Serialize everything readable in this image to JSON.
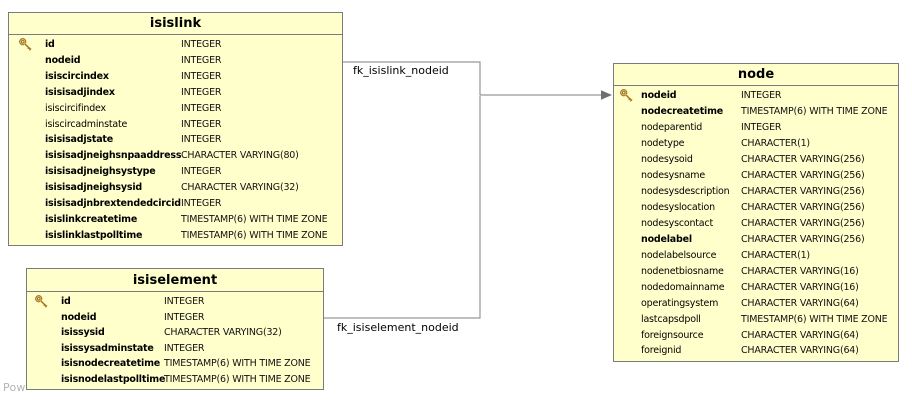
{
  "diagram": {
    "watermark": "Pow",
    "colors": {
      "table_fill": "#FFFFCC",
      "table_border": "#7B7B7B",
      "edge": "#7F7F7F",
      "key_gold": "#E8B95C",
      "key_outline": "#8A6520"
    }
  },
  "tables": [
    {
      "title": "isislink",
      "columns": [
        {
          "name": "id",
          "type": "INTEGER",
          "pk": true,
          "bold": true
        },
        {
          "name": "nodeid",
          "type": "INTEGER",
          "pk": false,
          "bold": true
        },
        {
          "name": "isiscircindex",
          "type": "INTEGER",
          "pk": false,
          "bold": true
        },
        {
          "name": "isisisadjindex",
          "type": "INTEGER",
          "pk": false,
          "bold": true
        },
        {
          "name": "isiscircifindex",
          "type": "INTEGER",
          "pk": false,
          "bold": false
        },
        {
          "name": "isiscircadminstate",
          "type": "INTEGER",
          "pk": false,
          "bold": false
        },
        {
          "name": "isisisadjstate",
          "type": "INTEGER",
          "pk": false,
          "bold": true
        },
        {
          "name": "isisisadjneighsnpaaddress",
          "type": "CHARACTER VARYING(80)",
          "pk": false,
          "bold": true
        },
        {
          "name": "isisisadjneighsystype",
          "type": "INTEGER",
          "pk": false,
          "bold": true
        },
        {
          "name": "isisisadjneighsysid",
          "type": "CHARACTER VARYING(32)",
          "pk": false,
          "bold": true
        },
        {
          "name": "isisisadjnbrextendedcircid",
          "type": "INTEGER",
          "pk": false,
          "bold": true
        },
        {
          "name": "isislinkcreatetime",
          "type": "TIMESTAMP(6) WITH TIME ZONE",
          "pk": false,
          "bold": true
        },
        {
          "name": "isislinklastpolltime",
          "type": "TIMESTAMP(6) WITH TIME ZONE",
          "pk": false,
          "bold": true
        }
      ]
    },
    {
      "title": "isiselement",
      "columns": [
        {
          "name": "id",
          "type": "INTEGER",
          "pk": true,
          "bold": true
        },
        {
          "name": "nodeid",
          "type": "INTEGER",
          "pk": false,
          "bold": true
        },
        {
          "name": "isissysid",
          "type": "CHARACTER VARYING(32)",
          "pk": false,
          "bold": true
        },
        {
          "name": "isissysadminstate",
          "type": "INTEGER",
          "pk": false,
          "bold": true
        },
        {
          "name": "isisnodecreatetime",
          "type": "TIMESTAMP(6) WITH TIME ZONE",
          "pk": false,
          "bold": true
        },
        {
          "name": "isisnodelastpolltime",
          "type": "TIMESTAMP(6) WITH TIME ZONE",
          "pk": false,
          "bold": true
        }
      ]
    },
    {
      "title": "node",
      "columns": [
        {
          "name": "nodeid",
          "type": "INTEGER",
          "pk": true,
          "bold": true
        },
        {
          "name": "nodecreatetime",
          "type": "TIMESTAMP(6) WITH TIME ZONE",
          "pk": false,
          "bold": true
        },
        {
          "name": "nodeparentid",
          "type": "INTEGER",
          "pk": false,
          "bold": false
        },
        {
          "name": "nodetype",
          "type": "CHARACTER(1)",
          "pk": false,
          "bold": false
        },
        {
          "name": "nodesysoid",
          "type": "CHARACTER VARYING(256)",
          "pk": false,
          "bold": false
        },
        {
          "name": "nodesysname",
          "type": "CHARACTER VARYING(256)",
          "pk": false,
          "bold": false
        },
        {
          "name": "nodesysdescription",
          "type": "CHARACTER VARYING(256)",
          "pk": false,
          "bold": false
        },
        {
          "name": "nodesyslocation",
          "type": "CHARACTER VARYING(256)",
          "pk": false,
          "bold": false
        },
        {
          "name": "nodesyscontact",
          "type": "CHARACTER VARYING(256)",
          "pk": false,
          "bold": false
        },
        {
          "name": "nodelabel",
          "type": "CHARACTER VARYING(256)",
          "pk": false,
          "bold": true
        },
        {
          "name": "nodelabelsource",
          "type": "CHARACTER(1)",
          "pk": false,
          "bold": false
        },
        {
          "name": "nodenetbiosname",
          "type": "CHARACTER VARYING(16)",
          "pk": false,
          "bold": false
        },
        {
          "name": "nodedomainname",
          "type": "CHARACTER VARYING(16)",
          "pk": false,
          "bold": false
        },
        {
          "name": "operatingsystem",
          "type": "CHARACTER VARYING(64)",
          "pk": false,
          "bold": false
        },
        {
          "name": "lastcapsdpoll",
          "type": "TIMESTAMP(6) WITH TIME ZONE",
          "pk": false,
          "bold": false
        },
        {
          "name": "foreignsource",
          "type": "CHARACTER VARYING(64)",
          "pk": false,
          "bold": false
        },
        {
          "name": "foreignid",
          "type": "CHARACTER VARYING(64)",
          "pk": false,
          "bold": false
        }
      ]
    }
  ],
  "relations": [
    {
      "label": "fk_isislink_nodeid",
      "from": "isislink",
      "to": "node"
    },
    {
      "label": "fk_isiselement_nodeid",
      "from": "isiselement",
      "to": "node"
    }
  ]
}
